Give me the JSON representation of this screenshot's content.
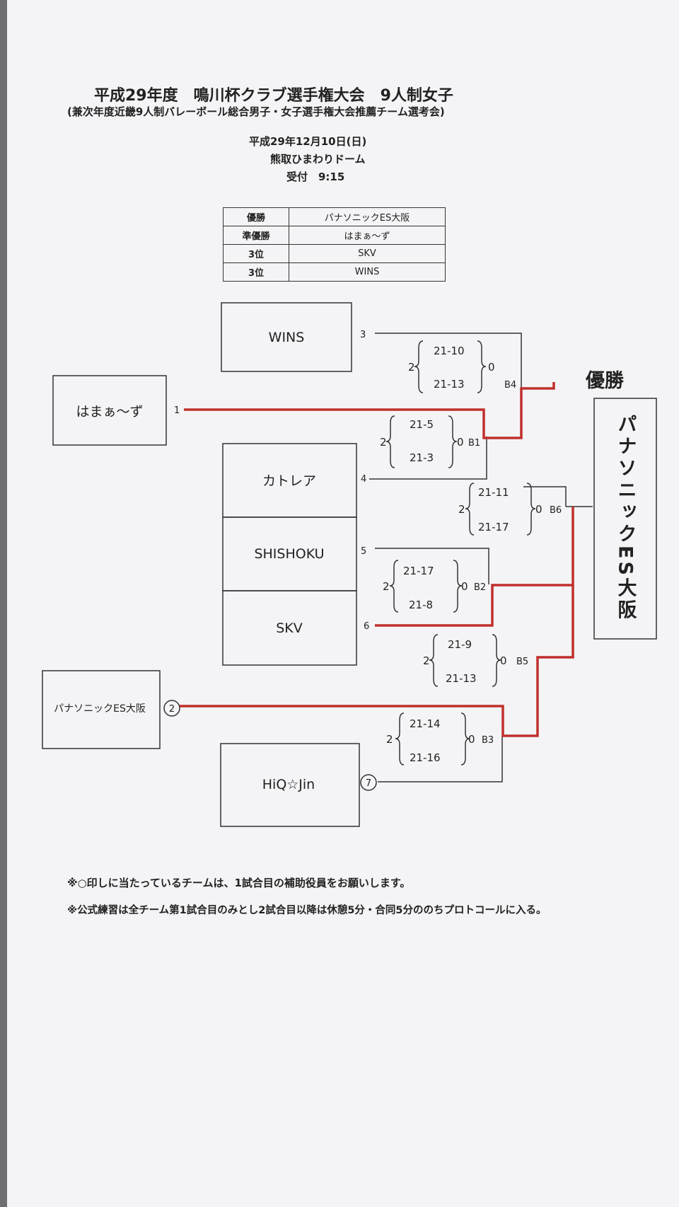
{
  "header": {
    "title": "平成29年度　鳴川杯クラブ選手権大会　9人制女子",
    "subtitle": "(兼次年度近畿9人制バレーボール総合男子・女子選手権大会推薦チーム選考会)",
    "date": "平成29年12月10日(日)",
    "venue": "熊取ひまわりドーム",
    "reception": "受付　9:15"
  },
  "results": [
    {
      "rank": "優勝",
      "team": "パナソニックES大阪"
    },
    {
      "rank": "準優勝",
      "team": "はまぁ～ず"
    },
    {
      "rank": "3位",
      "team": "SKV"
    },
    {
      "rank": "3位",
      "team": "WINS"
    }
  ],
  "teams": [
    {
      "name": "WINS",
      "seed": "3"
    },
    {
      "name": "はまぁ～ず",
      "seed": "1"
    },
    {
      "name": "カトレア",
      "seed": "4"
    },
    {
      "name": "SHISHOKU",
      "seed": "5"
    },
    {
      "name": "SKV",
      "seed": "6"
    },
    {
      "name": "パナソニックES大阪",
      "seed": "2"
    },
    {
      "name": "HiQ☆Jin",
      "seed": "7"
    }
  ],
  "matches": [
    {
      "id": "B4",
      "sets_won": "2",
      "sets_lost": "0",
      "set1": "21-10",
      "set2": "21-13"
    },
    {
      "id": "B1",
      "sets_won": "2",
      "sets_lost": "0",
      "set1": "21-5",
      "set2": "21-3"
    },
    {
      "id": "B6",
      "sets_won": "2",
      "sets_lost": "0",
      "set1": "21-11",
      "set2": "21-17"
    },
    {
      "id": "B2",
      "sets_won": "2",
      "sets_lost": "0",
      "set1": "21-17",
      "set2": "21-8"
    },
    {
      "id": "B5",
      "sets_won": "2",
      "sets_lost": "0",
      "set1": "21-9",
      "set2": "21-13"
    },
    {
      "id": "B3",
      "sets_won": "2",
      "sets_lost": "0",
      "set1": "21-14",
      "set2": "21-16"
    }
  ],
  "champion": {
    "heading": "優勝",
    "name": "パナソニックES大阪"
  },
  "notes": [
    "※○印しに当たっているチームは、1試合目の補助役員をお願いします。",
    "※公式練習は全チーム第1試合目のみとし2試合目以降は休憩5分・合同5分ののちプロトコールに入る。"
  ],
  "colors": {
    "winner_line": "#c0302b",
    "line": "#333333",
    "paper": "#f4f4f6"
  }
}
